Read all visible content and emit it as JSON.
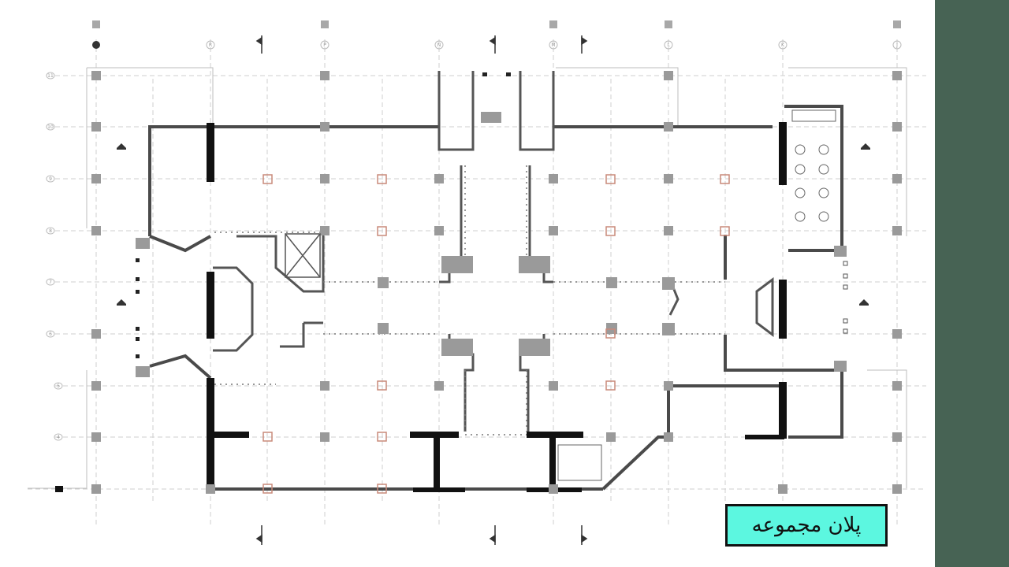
{
  "slide": {
    "caption": "پلان مجموعه",
    "colors": {
      "side_band": "#476354",
      "caption_fill": "#5cf7e0",
      "wall": "#4a4a4a",
      "column": "#9a9a9a",
      "column_highlight": "#c98a7a",
      "grid": "#c8c8c8"
    }
  },
  "drawing": {
    "type": "architectural-floor-plan",
    "top_grid_labels": [
      "R",
      "P",
      "N",
      "M",
      "L",
      "K",
      "J"
    ],
    "left_grid_labels": [
      "11",
      "10",
      "9",
      "8",
      "7",
      "6",
      "5",
      "4"
    ]
  }
}
